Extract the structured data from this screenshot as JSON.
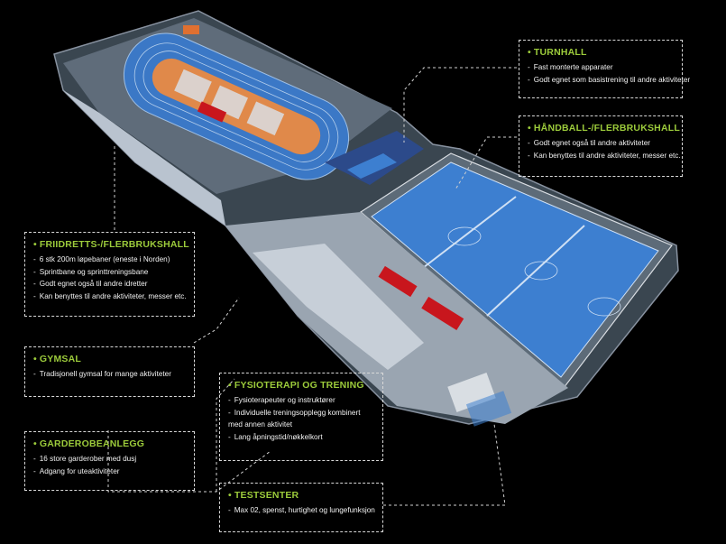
{
  "colors": {
    "background": "#000000",
    "heading": "#9ccb3b",
    "text": "#f2f2f2",
    "court": "#3d7fd0",
    "track_blue": "#3b78c6",
    "track_infield": "#e0894a",
    "equipment_red": "#c8161d",
    "building": "#aab3bd"
  },
  "labels": {
    "turnhall": {
      "title": "TURNHALL",
      "items": [
        "Fast monterte apparater",
        "Godt egnet som basistrening til andre aktiviteter"
      ]
    },
    "handball": {
      "title": "HÅNDBALL-/FLERBRUKSHALL",
      "items": [
        "Godt egnet også til andre aktiviteter",
        "Kan benyttes til andre aktiviteter, messer etc."
      ]
    },
    "friidrett": {
      "title": "FRIIDRETTS-/FLERBRUKSHALL",
      "items": [
        "6 stk 200m løpebaner (eneste i Norden)",
        "Sprintbane og sprinttreningsbane",
        "Godt egnet også til andre idretter",
        "Kan benyttes til andre aktiviteter, messer etc."
      ]
    },
    "gymsal": {
      "title": "GYMSAL",
      "items": [
        "Tradisjonell gymsal for mange aktiviteter"
      ]
    },
    "fysioterapi": {
      "title": "FYSIOTERAPI OG TRENING",
      "items": [
        "Fysioterapeuter og instruktører",
        "Individuelle treningsopplegg kombinert med annen aktivitet",
        "Lang åpningstid/nøkkelkort"
      ]
    },
    "garderobe": {
      "title": "GARDEROBEANLEGG",
      "items": [
        "16 store garderober med dusj",
        "Adgang for uteaktiviteter"
      ]
    },
    "testsenter": {
      "title": "TESTSENTER",
      "items": [
        "Max 02, spenst, hurtighet og lungefunksjon"
      ]
    }
  }
}
